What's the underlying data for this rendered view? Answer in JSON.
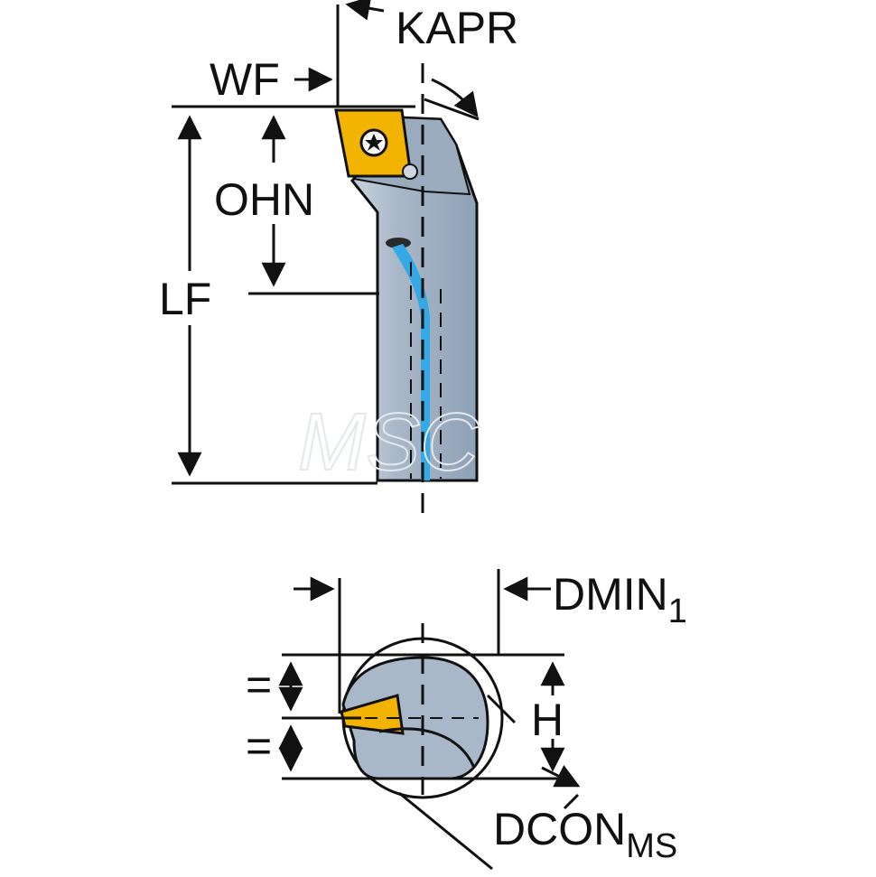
{
  "labels": {
    "kapr": "KAPR",
    "wf": "WF",
    "ohn": "OHN",
    "lf": "LF",
    "dmin": "DMIN",
    "dmin_sub": "1",
    "h": "H",
    "dcon": "DCON",
    "dcon_sub": "MS",
    "equal_top": "=",
    "equal_bottom": "="
  },
  "watermark": "MSC",
  "colors": {
    "insert": "#f2b400",
    "body": "#a9b8c8",
    "body_dark": "#7f93a8",
    "coolant": "#35a9e6",
    "line": "#111111"
  }
}
